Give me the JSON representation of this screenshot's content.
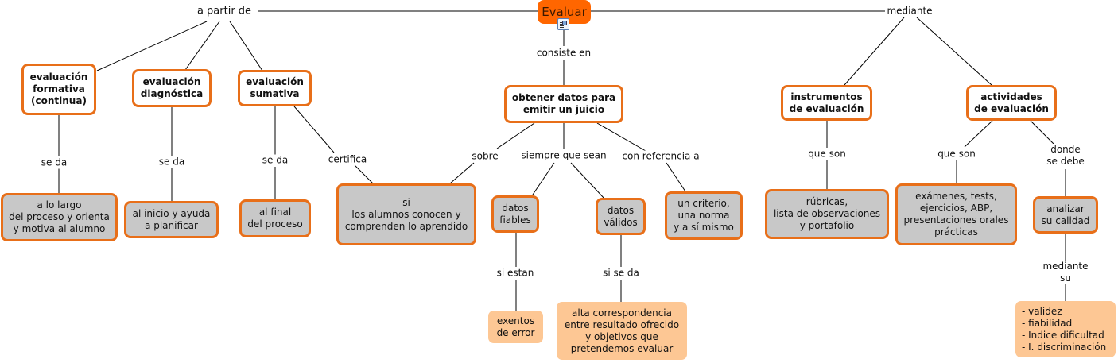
{
  "map": {
    "root": {
      "label": "Evaluar",
      "icon": "document-resource-icon"
    },
    "linking_phrases": {
      "a_partir_de": "a partir de",
      "mediante": "mediante",
      "consiste_en": "consiste en",
      "se_da_formativa": "se da",
      "se_da_diagnostica": "se da",
      "se_da_sumativa": "se da",
      "certifica": "certifica",
      "sobre": "sobre",
      "siempre_que_sean": "siempre que sean",
      "con_referencia_a": "con referencia a",
      "si_estan": "si estan",
      "si_se_da": "si se da",
      "que_son_instrumentos": "que son",
      "que_son_actividades": "que son",
      "donde_se_debe": "donde\nse debe",
      "mediante_su": "mediante su"
    },
    "concepts": {
      "formativa": "evaluación\nformativa\n(continua)",
      "diagnostica": "evaluación\ndiagnóstica",
      "sumativa": "evaluación\nsumativa",
      "obtener_datos": "obtener datos para\nemitir un juicio",
      "instrumentos": "instrumentos\nde evaluación",
      "actividades": "actividades\nde evaluación",
      "a_lo_largo": "a lo largo\ndel proceso y orienta\ny motiva al alumno",
      "al_inicio": "al inicio y ayuda\na planificar",
      "al_final": "al final\ndel proceso",
      "si_alumnos": "si\nlos alumnos conocen y\ncomprenden lo aprendido",
      "datos_fiables": "datos\nfiables",
      "datos_validos": "datos\nválidos",
      "un_criterio": "un criterio,\nuna norma\ny a sí mismo",
      "rubricas": "rúbricas,\nlista de observaciones\ny portafolio",
      "examenes": "exámenes, tests,\nejercicios, ABP,\npresentaciones orales\nprácticas",
      "analizar": "analizar\nsu calidad",
      "exentos": "exentos\nde error",
      "alta_correspondencia": "alta correspondencia\nentre resultado ofrecido\ny objetivos que\npretendemos evaluar",
      "calidad_lista": "- validez\n- fiabilidad\n- Indice dificultad\n- I. discriminación"
    },
    "colors": {
      "root_fill": "#ff6600",
      "concept_border": "#e86f19",
      "grey_fill": "#c8c8c8",
      "peach_fill": "#fdc794"
    }
  }
}
